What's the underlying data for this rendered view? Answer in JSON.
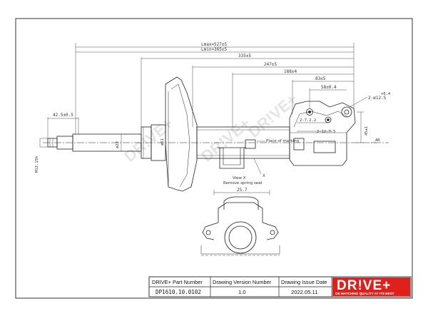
{
  "dimensions": {
    "lmax": "Lmax=527±5",
    "lmin": "Lmin=365±5",
    "d335": "335±5",
    "d247": "247±5",
    "d188": "188±4",
    "d83": "83±5",
    "d58": "58±0.4",
    "d425": "42.5±0.5",
    "dia22": "ø22",
    "dia51": "ø51",
    "d2x12": "2-ø12.5",
    "d2x12tol": "+0.4",
    "d45": "45±1",
    "d2x722": "2-7.2.2",
    "d2x1275": "2-12.7.5",
    "d257": "25.7",
    "m12": "M12.15h",
    "ar": "AR"
  },
  "notes": {
    "place_of_marking": "Place of marking",
    "view_x_line1": "View X",
    "view_x_line2": "Remove spring seat",
    "x_marker": "X"
  },
  "title_block": {
    "col1_head": "DRIVE+ Part Number",
    "col2_head": "Drawing Version  Number",
    "col3_head": "Drawing Issue Date",
    "part_number": "DP1610.10.0102",
    "version": "1.0",
    "issue_date": "2022.05.11"
  },
  "logo": {
    "brand": "DR!VE+",
    "tagline": "OE MATCHING QUALITY AT ITS BEST",
    "color": "#e0201b"
  },
  "watermark": {
    "text": "DR!VE+"
  },
  "colors": {
    "line": "#222222",
    "frame": "#333333",
    "logo_bg": "#e0201b"
  }
}
